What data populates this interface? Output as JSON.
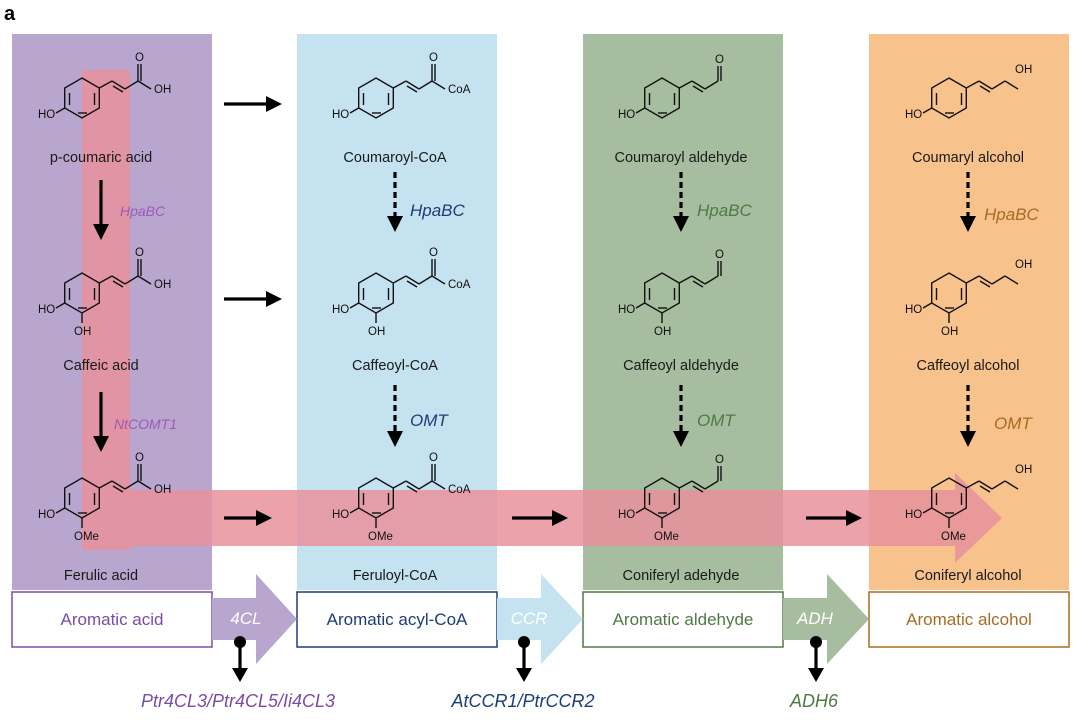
{
  "panel_letter": "a",
  "colors": {
    "acid": "#b9a6cf",
    "acyl_coa": "#c5e2f0",
    "aldehyde": "#a6bd9f",
    "alcohol": "#f7c28c",
    "highlight": "#e8929c",
    "acid_text": "#7b4ba6",
    "acyl_text": "#1d3d78",
    "aldehyde_text": "#4f7a45",
    "alcohol_text": "#a86b23",
    "hpabc_text": "#9b59b6"
  },
  "columns": [
    {
      "category": "Aromatic acid",
      "compounds": [
        "p-coumaric acid",
        "Caffeic acid",
        "Ferulic acid"
      ],
      "enzymes": [
        "HpaBC",
        "NtCOMT1"
      ]
    },
    {
      "category": "Aromatic acyl-CoA",
      "compounds": [
        "Coumaroyl-CoA",
        "Caffeoyl-CoA",
        "Feruloyl-CoA"
      ],
      "enzymes": [
        "HpaBC",
        "OMT"
      ]
    },
    {
      "category": "Aromatic aldehyde",
      "compounds": [
        "Coumaroyl aldehyde",
        "Caffeoyl aldehyde",
        "Coniferyl adehyde"
      ],
      "enzymes": [
        "HpaBC",
        "OMT"
      ]
    },
    {
      "category": "Aromatic alcohol",
      "compounds": [
        "Coumaryl alcohol",
        "Caffeoyl alcohol",
        "Coniferyl alcohol"
      ],
      "enzymes": [
        "HpaBC",
        "OMT"
      ]
    }
  ],
  "connectors": [
    {
      "enzyme": "4CL",
      "genes": "Ptr4CL3/Ptr4CL5/Ii4CL3"
    },
    {
      "enzyme": "CCR",
      "genes": "AtCCR1/PtrCCR2"
    },
    {
      "enzyme": "ADH",
      "genes": "ADH6"
    }
  ],
  "atoms": {
    "oh": "OH",
    "ho": "HO",
    "ome": "OMe",
    "coa": "CoA",
    "o": "O"
  }
}
